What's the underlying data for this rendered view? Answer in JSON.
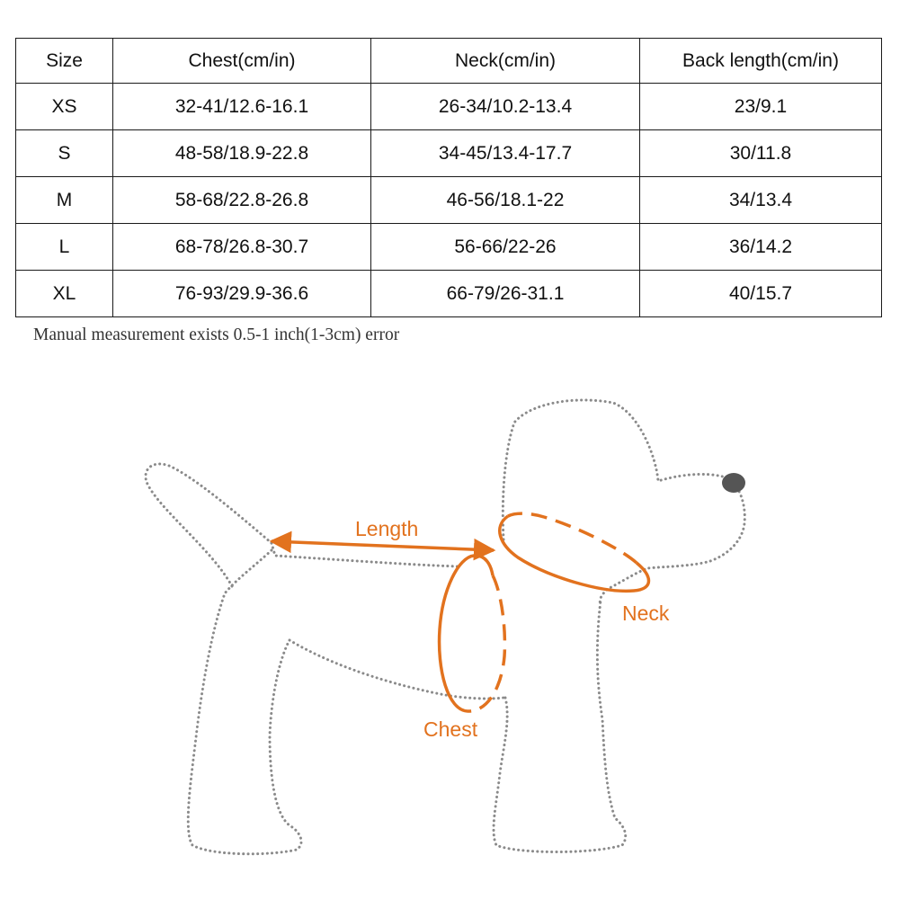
{
  "table": {
    "headers": [
      "Size",
      "Chest(cm/in)",
      "Neck(cm/in)",
      "Back length(cm/in)"
    ],
    "rows": [
      [
        "XS",
        "32-41/12.6-16.1",
        "26-34/10.2-13.4",
        "23/9.1"
      ],
      [
        "S",
        "48-58/18.9-22.8",
        "34-45/13.4-17.7",
        "30/11.8"
      ],
      [
        "M",
        "58-68/22.8-26.8",
        "46-56/18.1-22",
        "34/13.4"
      ],
      [
        "L",
        "68-78/26.8-30.7",
        "56-66/22-26",
        "36/14.2"
      ],
      [
        "XL",
        "76-93/29.9-36.6",
        "66-79/26-31.1",
        "40/15.7"
      ]
    ]
  },
  "note": "Manual measurement exists 0.5-1 inch(1-3cm) error",
  "diagram": {
    "labels": {
      "length": "Length",
      "neck": "Neck",
      "chest": "Chest"
    },
    "colors": {
      "accent": "#e2721e",
      "outline": "#8a8a8a",
      "nose": "#555555"
    },
    "icons": [
      "dog-outline-icon",
      "double-arrow-icon",
      "ellipse-icon"
    ]
  }
}
